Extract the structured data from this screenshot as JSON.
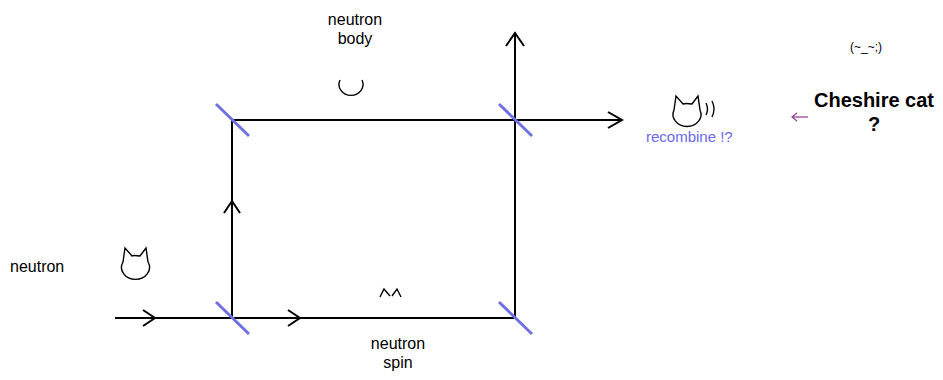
{
  "diagram": {
    "labels": [
      "neutron body",
      "neutron spin",
      "neutron",
      "recombine !?",
      "(~_~;)",
      "Cheshire cat ?"
    ]
  }
}
